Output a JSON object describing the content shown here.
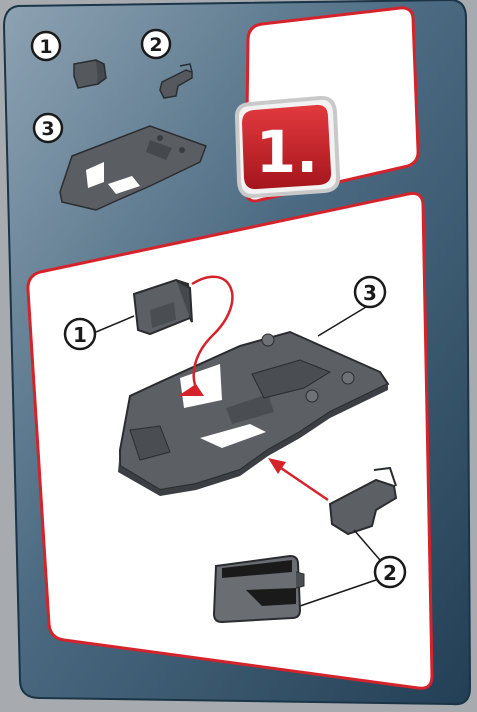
{
  "step": {
    "number_label": "1.",
    "badge_color": "#c8202a"
  },
  "parts_list": [
    {
      "callout": "1",
      "part": "small-clip"
    },
    {
      "callout": "2",
      "part": "bracket"
    },
    {
      "callout": "3",
      "part": "base-frame"
    }
  ],
  "assembly_callouts": [
    {
      "callout": "1",
      "part": "small-clip"
    },
    {
      "callout": "2",
      "part": "bracket"
    },
    {
      "callout": "3",
      "part": "base-frame"
    },
    {
      "callout": "2",
      "part": "bracket-detail"
    }
  ],
  "colors": {
    "panel_dark": "#2d4e66",
    "panel_light": "#5f7d92",
    "accent_red": "#d5232b",
    "part_gray": "#5a5e63",
    "card_white": "#ffffff"
  }
}
